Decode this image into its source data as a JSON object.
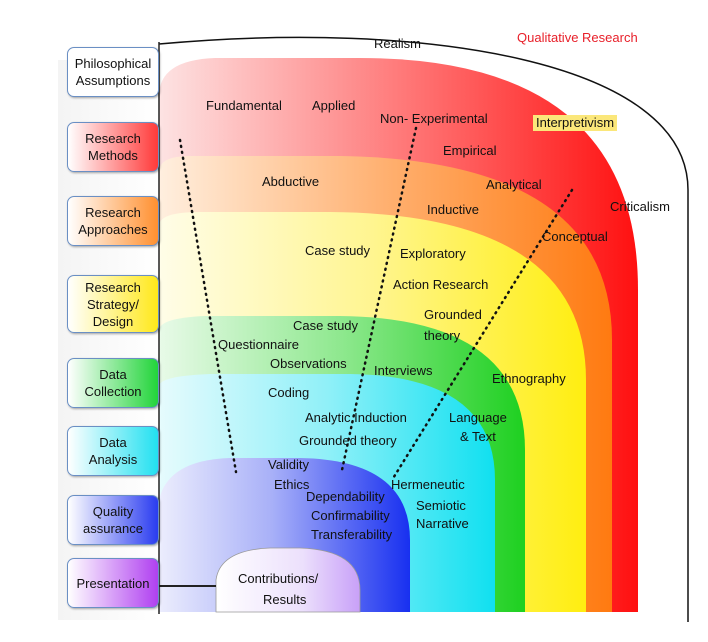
{
  "stages": [
    {
      "label": "Philosophical\nAssumptions",
      "gradient": [
        "#ffffff",
        "#ffffff"
      ]
    },
    {
      "label": "Research\nMethods",
      "gradient": [
        "#ffffff",
        "#ff2a2a"
      ]
    },
    {
      "label": "Research\nApproaches",
      "gradient": [
        "#ffffff",
        "#ff8a2a"
      ]
    },
    {
      "label": "Research\nStrategy/\nDesign",
      "gradient": [
        "#ffffff",
        "#ffe81a"
      ]
    },
    {
      "label": "Data\nCollection",
      "gradient": [
        "#ffffff",
        "#22d43a"
      ]
    },
    {
      "label": "Data\nAnalysis",
      "gradient": [
        "#ffffff",
        "#22e0f0"
      ]
    },
    {
      "label": "Quality\nassurance",
      "gradient": [
        "#ffffff",
        "#2a3cf0"
      ]
    },
    {
      "label": "Presentation",
      "gradient": [
        "#ffffff",
        "#b040f0"
      ]
    }
  ],
  "band_colors": {
    "philosophy": "#ffffff",
    "methods": "#ff1010",
    "approaches": "#ff7a10",
    "strategy": "#ffee10",
    "collection": "#1ed020",
    "analysis": "#10e0f0",
    "quality": "#1830f0",
    "presentation": "#a030f0"
  },
  "title": "Qualitative Research",
  "philosophy": {
    "realism": "Realism",
    "interpretivism": "Interpretivism",
    "criticalism": "Criticalism"
  },
  "methods": {
    "fundamental": "Fundamental",
    "applied": "Applied",
    "non_experimental": "Non- Experimental",
    "empirical": "Empirical",
    "analytical": "Analytical",
    "conceptual": "Conceptual"
  },
  "approaches": {
    "abductive": "Abductive",
    "inductive": "Inductive"
  },
  "strategy": {
    "case_study": "Case study",
    "exploratory": "Exploratory",
    "action_research": "Action Research",
    "grounded_theory": "Grounded\ntheory",
    "ethnography": "Ethnography"
  },
  "collection": {
    "case_study": "Case study",
    "questionnaire": "Questionnaire",
    "observations": "Observations",
    "interviews": "Interviews"
  },
  "analysis": {
    "coding": "Coding",
    "analytic_induction": "Analytic Induction",
    "grounded_theory": "Grounded theory",
    "language_text": "Language\n& Text"
  },
  "quality": {
    "validity": "Validity",
    "ethics": "Ethics",
    "dependability": "Dependability",
    "confirmability": "Confirmability",
    "transferability": "Transferability",
    "hermeneutic": "Hermeneutic",
    "semiotic": "Semiotic",
    "narrative": "Narrative"
  },
  "presentation": {
    "contributions": "Contributions/",
    "results": "Results"
  }
}
